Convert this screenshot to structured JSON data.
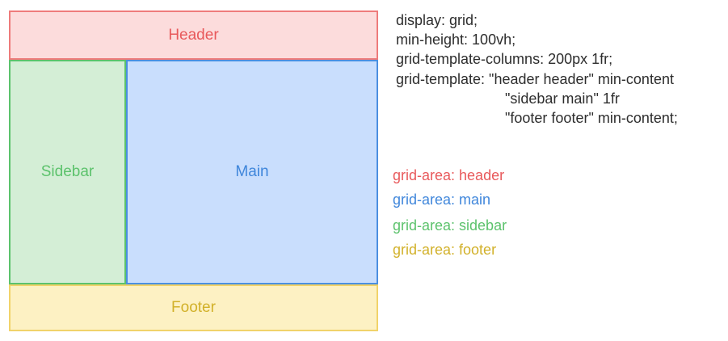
{
  "boxes": {
    "header": "Header",
    "sidebar": "Sidebar",
    "main": "Main",
    "footer": "Footer"
  },
  "code_lines": [
    "display: grid;",
    "min-height: 100vh;",
    "grid-template-columns: 200px 1fr;",
    "grid-template: \"header header\" min-content",
    "\"sidebar main\" 1fr",
    "\"footer footer\" min-content;"
  ],
  "grid_areas": [
    {
      "text": "grid-area: header",
      "color": "#e8595b"
    },
    {
      "text": "grid-area: main",
      "color": "#3f86db"
    },
    {
      "text": "grid-area: sidebar",
      "color": "#5cc26c"
    },
    {
      "text": "grid-area: footer",
      "color": "#d2b12a"
    }
  ]
}
